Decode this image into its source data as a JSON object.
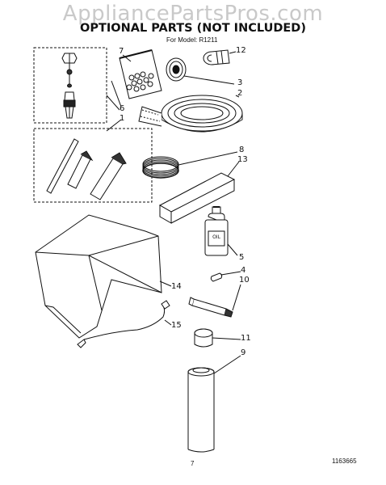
{
  "watermark": "AppliancePartsPros.com",
  "header": {
    "title": "OPTIONAL PARTS (NOT INCLUDED)",
    "model": "For Model: R1211"
  },
  "callouts": [
    "7",
    "12",
    "3",
    "2",
    "6",
    "1",
    "8",
    "13",
    "5",
    "4",
    "10",
    "14",
    "15",
    "11",
    "9"
  ],
  "part_labels": {
    "oil_bottle": "OIL"
  },
  "footer": {
    "page": "7",
    "code": "1163665"
  }
}
